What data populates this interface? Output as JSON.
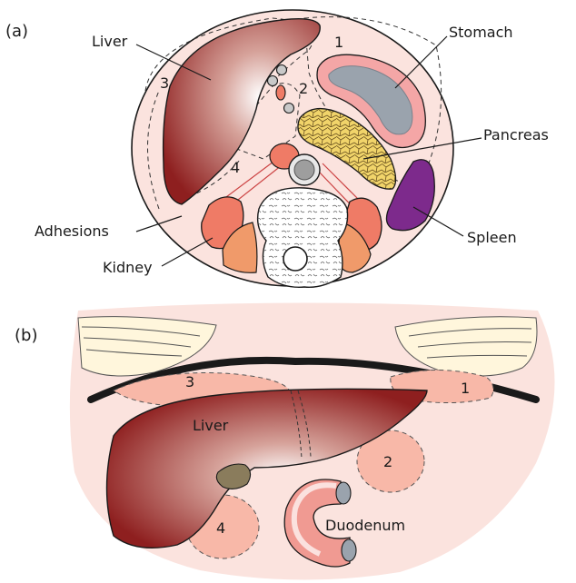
{
  "panels": {
    "a": "(a)",
    "b": "(b)"
  },
  "panel_a": {
    "labels": {
      "liver": "Liver",
      "stomach": "Stomach",
      "pancreas": "Pancreas",
      "spleen": "Spleen",
      "adhesions": "Adhesions",
      "kidney": "Kidney"
    },
    "numbers": {
      "n1": "1",
      "n2": "2",
      "n3": "3",
      "n4": "4"
    }
  },
  "panel_b": {
    "labels": {
      "liver": "Liver",
      "duodenum": "Duodenum"
    },
    "numbers": {
      "n1": "1",
      "n2": "2",
      "n3": "3",
      "n4": "4"
    }
  },
  "colors": {
    "peritoneum": "#fbe3de",
    "liver_dark": "#8e1f1f",
    "stomach_wall": "#f4a6a6",
    "stomach_lumen": "#9aa3ad",
    "pancreas": "#f1d46a",
    "spleen": "#7d2a8c",
    "kidney": "#ef7b66",
    "gallbladder": "#8a7c5c"
  }
}
